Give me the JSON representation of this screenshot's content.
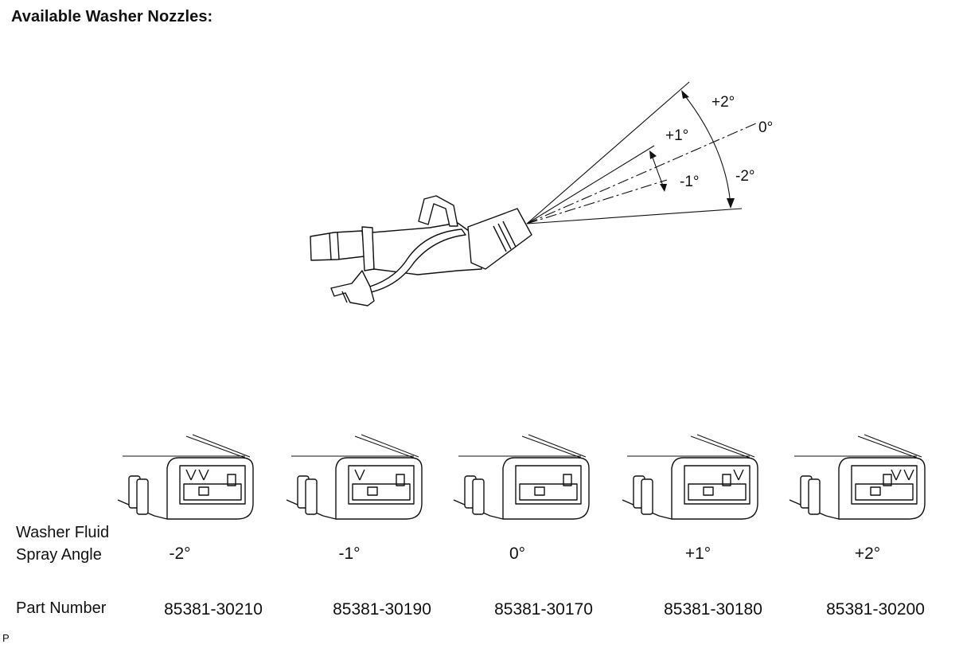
{
  "title": "Available Washer Nozzles:",
  "angle_diagram": {
    "labels": [
      "+2°",
      "+1°",
      "0°",
      "-1°",
      "-2°"
    ],
    "line_color": "#111111"
  },
  "table": {
    "row_label_spray": [
      "Washer Fluid",
      "Spray Angle"
    ],
    "row_label_part": "Part Number",
    "columns": [
      {
        "spray_angle": "-2°",
        "part_number": "85381-30210",
        "marks": 2
      },
      {
        "spray_angle": "-1°",
        "part_number": "85381-30190",
        "marks": 1
      },
      {
        "spray_angle": "0°",
        "part_number": "85381-30170",
        "marks": 0
      },
      {
        "spray_angle": "+1°",
        "part_number": "85381-30180",
        "marks": 1
      },
      {
        "spray_angle": "+2°",
        "part_number": "85381-30200",
        "marks": 2
      }
    ]
  },
  "footer_mark": "P"
}
